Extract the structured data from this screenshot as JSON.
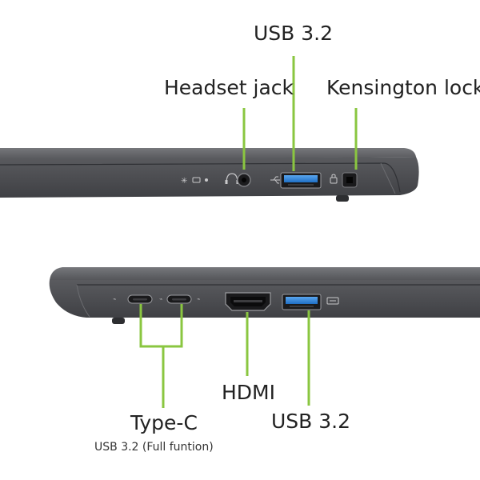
{
  "labels": {
    "usb_top": "USB 3.2",
    "headset_jack": "Headset jack",
    "kensington_lock": "Kensington lock",
    "hdmi": "HDMI",
    "type_c": "Type-C",
    "type_c_sub": "USB 3.2 (Full funtion)",
    "usb_bottom": "USB 3.2"
  },
  "colors": {
    "callout": "#8ac640",
    "usb_port_blue": "#2b7fd0",
    "chassis": "#4a4b4f"
  }
}
